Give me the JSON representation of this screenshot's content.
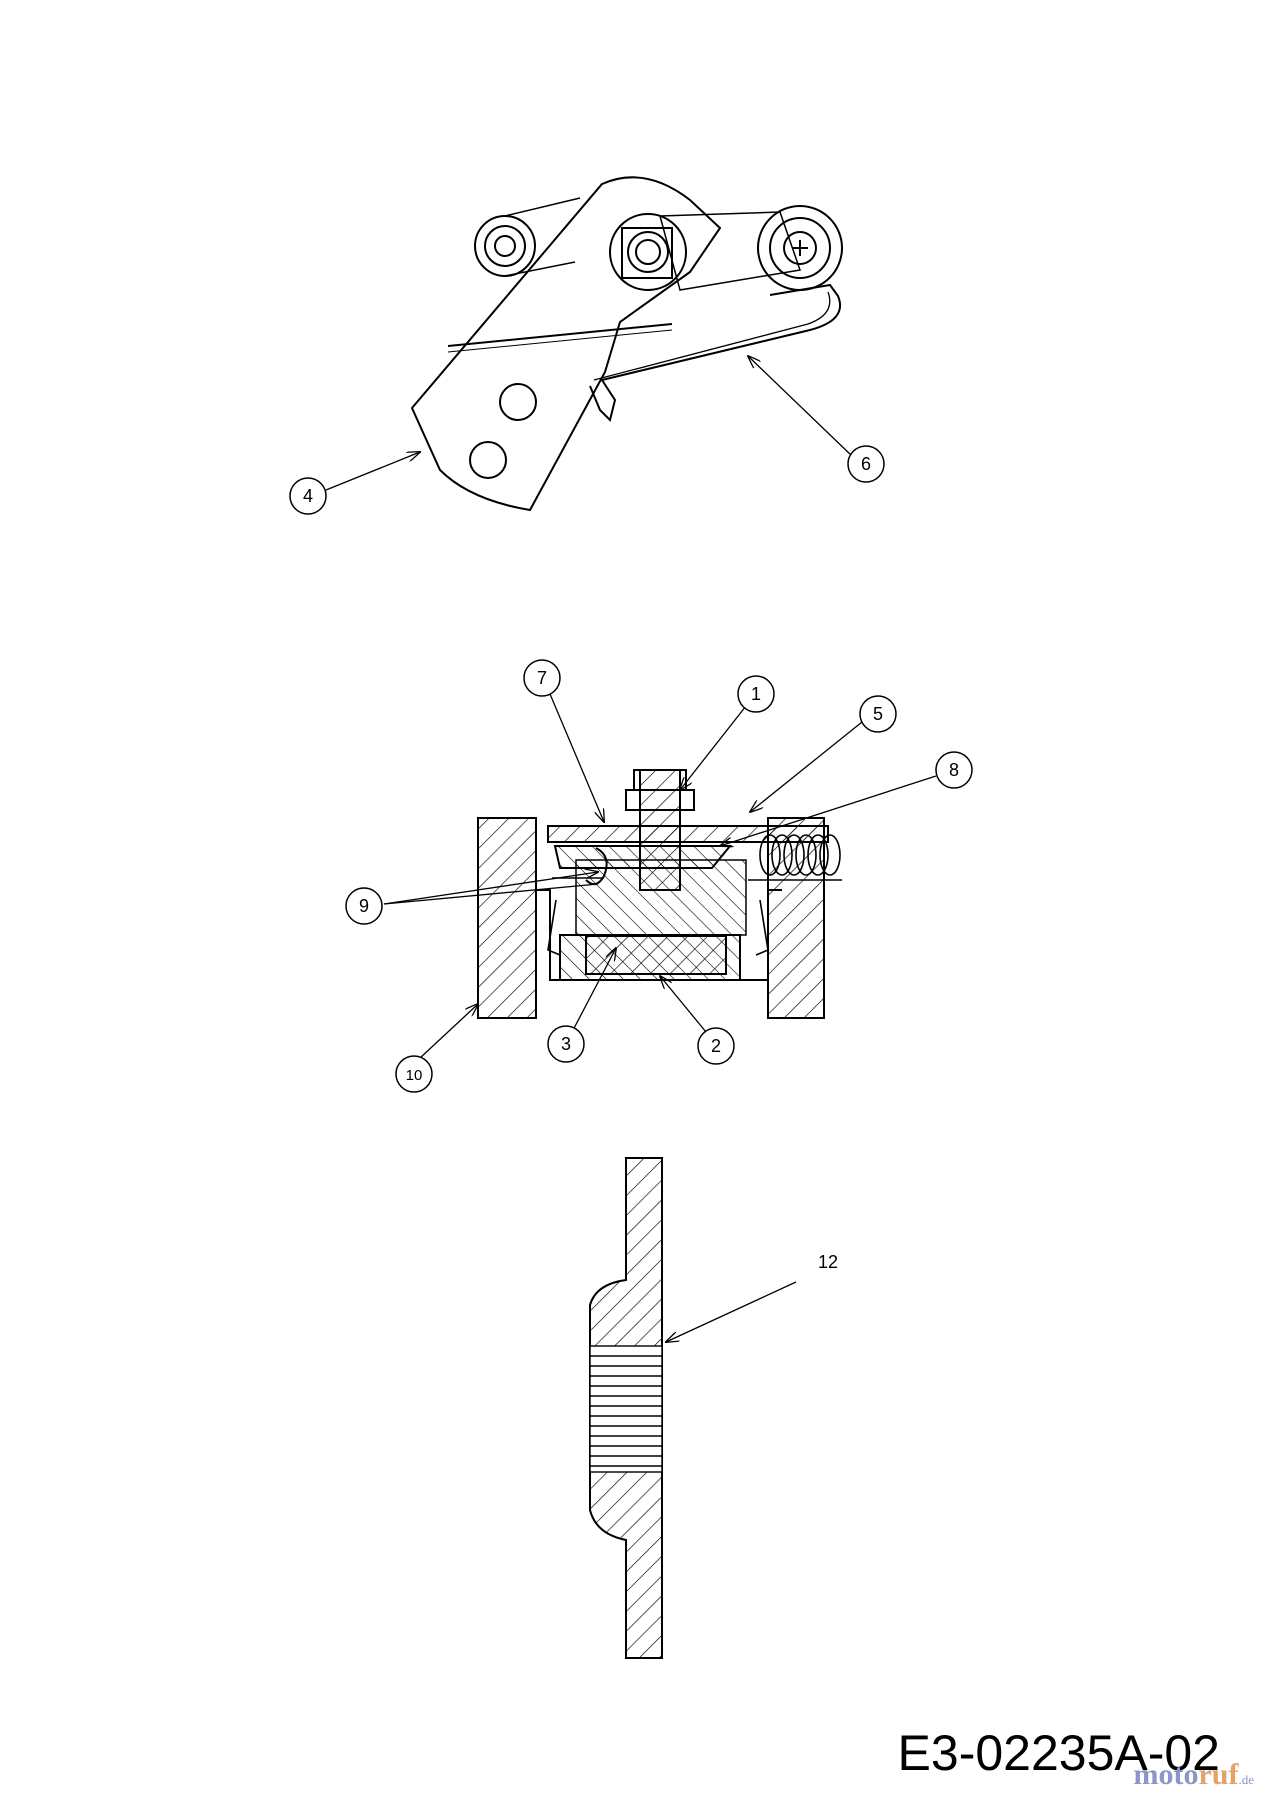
{
  "drawing_code": "E3-02235A-02",
  "watermark": {
    "main": "moto",
    "accent": "ruf",
    "tld": ".de"
  },
  "callouts": [
    {
      "id": "c4",
      "label": "4"
    },
    {
      "id": "c6",
      "label": "6"
    },
    {
      "id": "c7",
      "label": "7"
    },
    {
      "id": "c1",
      "label": "1"
    },
    {
      "id": "c5",
      "label": "5"
    },
    {
      "id": "c8",
      "label": "8"
    },
    {
      "id": "c9",
      "label": "9"
    },
    {
      "id": "c3",
      "label": "3"
    },
    {
      "id": "c2",
      "label": "2"
    },
    {
      "id": "c10",
      "label": "10"
    },
    {
      "id": "c12",
      "label": "12"
    }
  ]
}
